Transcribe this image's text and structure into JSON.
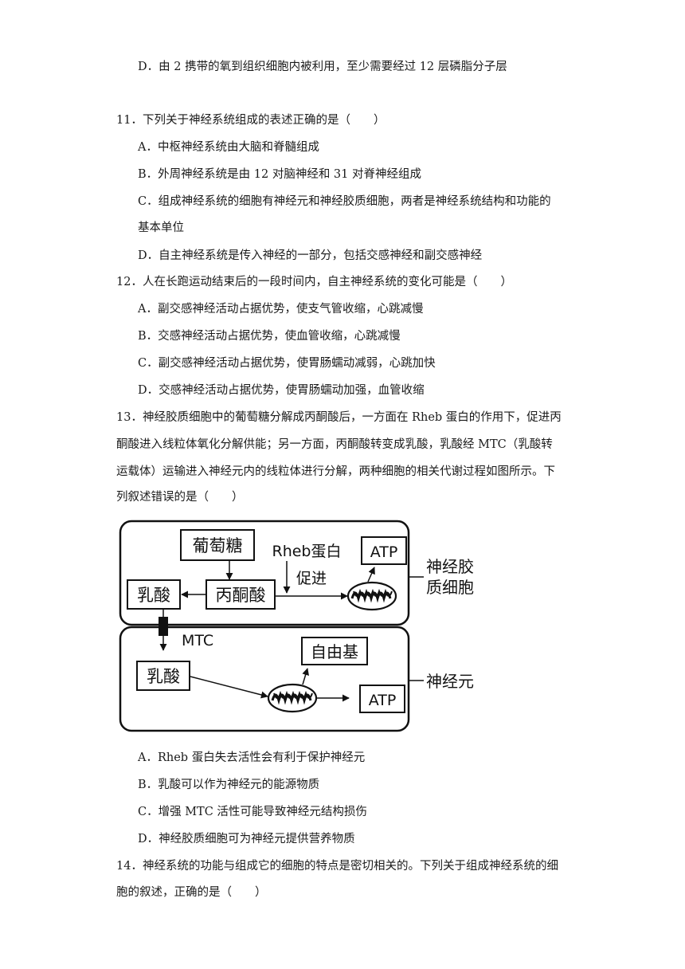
{
  "q10": {
    "optD": "D．由 2 携带的氧到组织细胞内被利用，至少需要经过 12 层磷脂分子层"
  },
  "q11": {
    "stem": "11．下列关于神经系统组成的表述正确的是（　　）",
    "optA": "A．中枢神经系统由大脑和脊髓组成",
    "optB": "B．外周神经系统是由 12 对脑神经和 31 对脊神经组成",
    "optC_1": "C．组成神经系统的细胞有神经元和神经胶质细胞，两者是神经系统结构和功能的",
    "optC_2": "基本单位",
    "optD": "D．自主神经系统是传入神经的一部分，包括交感神经和副交感神经"
  },
  "q12": {
    "stem": "12．人在长跑运动结束后的一段时间内，自主神经系统的变化可能是（　　）",
    "optA": "A．副交感神经活动占据优势，使支气管收缩，心跳减慢",
    "optB": "B．交感神经活动占据优势，使血管收缩，心跳减慢",
    "optC": "C．副交感神经活动占据优势，使胃肠蠕动减弱，心跳加快",
    "optD": "D．交感神经活动占据优势，使胃肠蠕动加强，血管收缩"
  },
  "q13": {
    "stem_1": "13．神经胶质细胞中的葡萄糖分解成丙酮酸后，一方面在 Rheb 蛋白的作用下，促进丙",
    "stem_2": "酮酸进入线粒体氧化分解供能；另一方面，丙酮酸转变成乳酸，乳酸经 MTC（乳酸转",
    "stem_3": "运载体）运输进入神经元内的线粒体进行分解，两种细胞的相关代谢过程如图所示。下",
    "stem_4": "列叙述错误的是（　　）",
    "optA": "A．Rheb 蛋白失去活性会有利于保护神经元",
    "optB": "B．乳酸可以作为神经元的能源物质",
    "optC": "C．增强 MTC 活性可能导致神经元结构损伤",
    "optD": "D．神经胶质细胞可为神经元提供营养物质",
    "diagram": {
      "glucose": "葡萄糖",
      "rheb": "Rheb蛋白",
      "promote": "促进",
      "atp_top": "ATP",
      "glia_1": "神经胶",
      "glia_2": "质细胞",
      "lactate_top": "乳酸",
      "pyruvate": "丙酮酸",
      "mtc": "MTC",
      "free_radical": "自由基",
      "lactate_bottom": "乳酸",
      "atp_bottom": "ATP",
      "neuron": "神经元"
    }
  },
  "q14": {
    "stem_1": "14．神经系统的功能与组成它的细胞的特点是密切相关的。下列关于组成神经系统的细",
    "stem_2": "胞的叙述，正确的是（　　）"
  }
}
